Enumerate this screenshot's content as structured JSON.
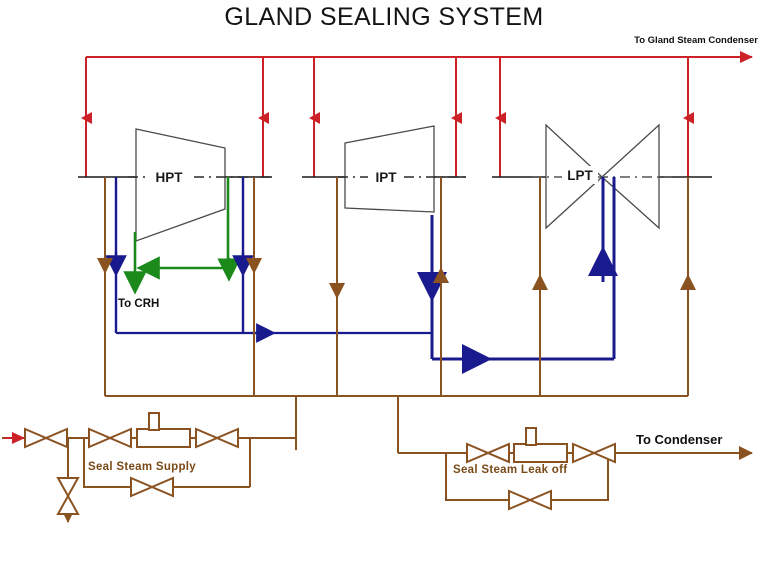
{
  "title": "GLAND SEALING SYSTEM",
  "colors": {
    "red": "#cc2127",
    "brown": "#8a5220",
    "blue": "#1a1a8f",
    "green": "#1b8a1b",
    "black": "#1a1a1a",
    "background": "#ffffff"
  },
  "turbines": [
    {
      "id": "hpt",
      "label": "HPT",
      "shape": "trapezoid-right"
    },
    {
      "id": "ipt",
      "label": "IPT",
      "shape": "trapezoid-right"
    },
    {
      "id": "lpt",
      "label": "LPT",
      "shape": "double-cone"
    }
  ],
  "flow_labels": {
    "gland_steam_condenser": "To Gland Steam Condenser",
    "to_crh": "To CRH",
    "to_condenser": "To Condenser"
  },
  "pipe_labels": {
    "seal_steam_supply": "Seal Steam Supply",
    "seal_steam_leak_off": "Seal Steam Leak off"
  },
  "legend_lines": [
    {
      "name": "gland-steam-leak-off-header",
      "color": "#cc2127"
    },
    {
      "name": "seal-steam-supply-line",
      "color": "#8a5220"
    },
    {
      "name": "gland-leak-off-to-condenser",
      "color": "#1a1a8f"
    },
    {
      "name": "hpt-leak-off-to-crh",
      "color": "#1b8a1b"
    }
  ],
  "valves": [
    {
      "id": "supply-isolation-valve",
      "kind": "gate-valve",
      "orientation": "horizontal"
    },
    {
      "id": "supply-drain-valve",
      "kind": "gate-valve",
      "orientation": "vertical"
    },
    {
      "id": "supply-upstream-valve",
      "kind": "gate-valve",
      "orientation": "horizontal"
    },
    {
      "id": "seal-steam-supply-control-valve",
      "kind": "control-valve",
      "orientation": "horizontal"
    },
    {
      "id": "supply-downstream-valve",
      "kind": "gate-valve",
      "orientation": "horizontal"
    },
    {
      "id": "supply-bypass-valve",
      "kind": "gate-valve",
      "orientation": "horizontal"
    },
    {
      "id": "leakoff-upstream-valve",
      "kind": "gate-valve",
      "orientation": "horizontal"
    },
    {
      "id": "seal-steam-leak-off-control-valve",
      "kind": "control-valve",
      "orientation": "horizontal"
    },
    {
      "id": "leakoff-downstream-valve",
      "kind": "gate-valve",
      "orientation": "horizontal"
    },
    {
      "id": "leakoff-bypass-valve",
      "kind": "gate-valve",
      "orientation": "horizontal"
    }
  ]
}
